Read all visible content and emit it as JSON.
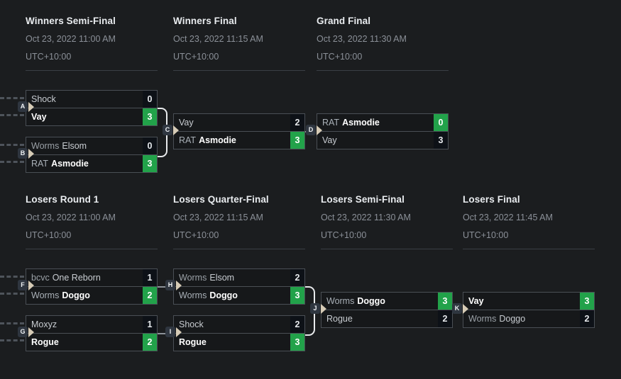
{
  "theme": {
    "background": "#1b1d1f",
    "match_background": "#16181a",
    "border": "#4a4f55",
    "winner_score_background": "#22a24a",
    "loser_score_background": "#0d1117",
    "title_color": "#e9ecef",
    "muted_text": "#8b9098",
    "badge_background": "#2f3640",
    "arrow_color": "#d6cbb6",
    "connector_color": "#e8eaec"
  },
  "rounds": [
    {
      "id": "winners-semi-final",
      "title": "Winners Semi-Final",
      "date": "Oct 23, 2022 11:00 AM",
      "timezone": "UTC+10:00",
      "matches": [
        {
          "code": "A",
          "participants": [
            {
              "prefix": "",
              "name": "Shock",
              "score": "0",
              "winner": false
            },
            {
              "prefix": "",
              "name": "Vay",
              "score": "3",
              "winner": true
            }
          ]
        },
        {
          "code": "B",
          "participants": [
            {
              "prefix": "Worms",
              "name": "Elsom",
              "score": "0",
              "winner": false
            },
            {
              "prefix": "RAT",
              "name": "Asmodie",
              "score": "3",
              "winner": true
            }
          ]
        }
      ]
    },
    {
      "id": "winners-final",
      "title": "Winners Final",
      "date": "Oct 23, 2022 11:15 AM",
      "timezone": "UTC+10:00",
      "matches": [
        {
          "code": "C",
          "participants": [
            {
              "prefix": "",
              "name": "Vay",
              "score": "2",
              "winner": false
            },
            {
              "prefix": "RAT",
              "name": "Asmodie",
              "score": "3",
              "winner": true
            }
          ]
        }
      ]
    },
    {
      "id": "grand-final",
      "title": "Grand Final",
      "date": "Oct 23, 2022 11:30 AM",
      "timezone": "UTC+10:00",
      "matches": [
        {
          "code": "D",
          "participants": [
            {
              "prefix": "RAT",
              "name": "Asmodie",
              "score": "0",
              "winner": true
            },
            {
              "prefix": "",
              "name": "Vay",
              "score": "3",
              "winner": false
            }
          ]
        }
      ]
    },
    {
      "id": "losers-round-1",
      "title": "Losers Round 1",
      "date": "Oct 23, 2022 11:00 AM",
      "timezone": "UTC+10:00",
      "matches": [
        {
          "code": "F",
          "participants": [
            {
              "prefix": "bcvc",
              "name": "One Reborn",
              "score": "1",
              "winner": false
            },
            {
              "prefix": "Worms",
              "name": "Doggo",
              "score": "2",
              "winner": true
            }
          ]
        },
        {
          "code": "G",
          "participants": [
            {
              "prefix": "",
              "name": "Moxyz",
              "score": "1",
              "winner": false
            },
            {
              "prefix": "",
              "name": "Rogue",
              "score": "2",
              "winner": true
            }
          ]
        }
      ]
    },
    {
      "id": "losers-quarter-final",
      "title": "Losers Quarter-Final",
      "date": "Oct 23, 2022 11:15 AM",
      "timezone": "UTC+10:00",
      "matches": [
        {
          "code": "H",
          "participants": [
            {
              "prefix": "Worms",
              "name": "Elsom",
              "score": "2",
              "winner": false
            },
            {
              "prefix": "Worms",
              "name": "Doggo",
              "score": "3",
              "winner": true
            }
          ]
        },
        {
          "code": "I",
          "participants": [
            {
              "prefix": "",
              "name": "Shock",
              "score": "2",
              "winner": false
            },
            {
              "prefix": "",
              "name": "Rogue",
              "score": "3",
              "winner": true
            }
          ]
        }
      ]
    },
    {
      "id": "losers-semi-final",
      "title": "Losers Semi-Final",
      "date": "Oct 23, 2022 11:30 AM",
      "timezone": "UTC+10:00",
      "matches": [
        {
          "code": "J",
          "participants": [
            {
              "prefix": "Worms",
              "name": "Doggo",
              "score": "3",
              "winner": true
            },
            {
              "prefix": "",
              "name": "Rogue",
              "score": "2",
              "winner": false
            }
          ]
        }
      ]
    },
    {
      "id": "losers-final",
      "title": "Losers Final",
      "date": "Oct 23, 2022 11:45 AM",
      "timezone": "UTC+10:00",
      "matches": [
        {
          "code": "K",
          "participants": [
            {
              "prefix": "",
              "name": "Vay",
              "score": "3",
              "winner": true
            },
            {
              "prefix": "Worms",
              "name": "Doggo",
              "score": "2",
              "winner": false
            }
          ]
        }
      ]
    }
  ]
}
